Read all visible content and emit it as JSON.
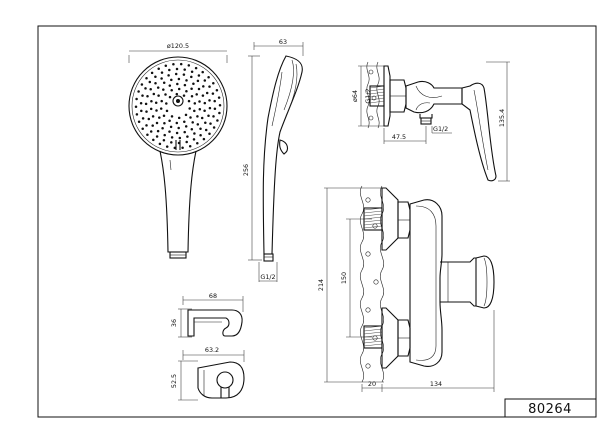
{
  "product_code": "80264",
  "handshower": {
    "diameter_label": "ø120.5",
    "length_label": "256",
    "depth_label": "63",
    "thread_label": "G1/2"
  },
  "holder": {
    "side_width_label": "68",
    "side_height_label": "36",
    "front_width_label": "63.2",
    "front_height_label": "52.5"
  },
  "mixer_side": {
    "flange_diameter_label": "ø64",
    "inlet_thread_label": "G1/2",
    "outlet_thread_label": "G1/2",
    "offset_label": "47.5",
    "height_label": "135.4"
  },
  "mixer_front": {
    "overall_height_label": "214",
    "centers_label": "150",
    "depth_label": "134",
    "eccentric_label": "20"
  }
}
